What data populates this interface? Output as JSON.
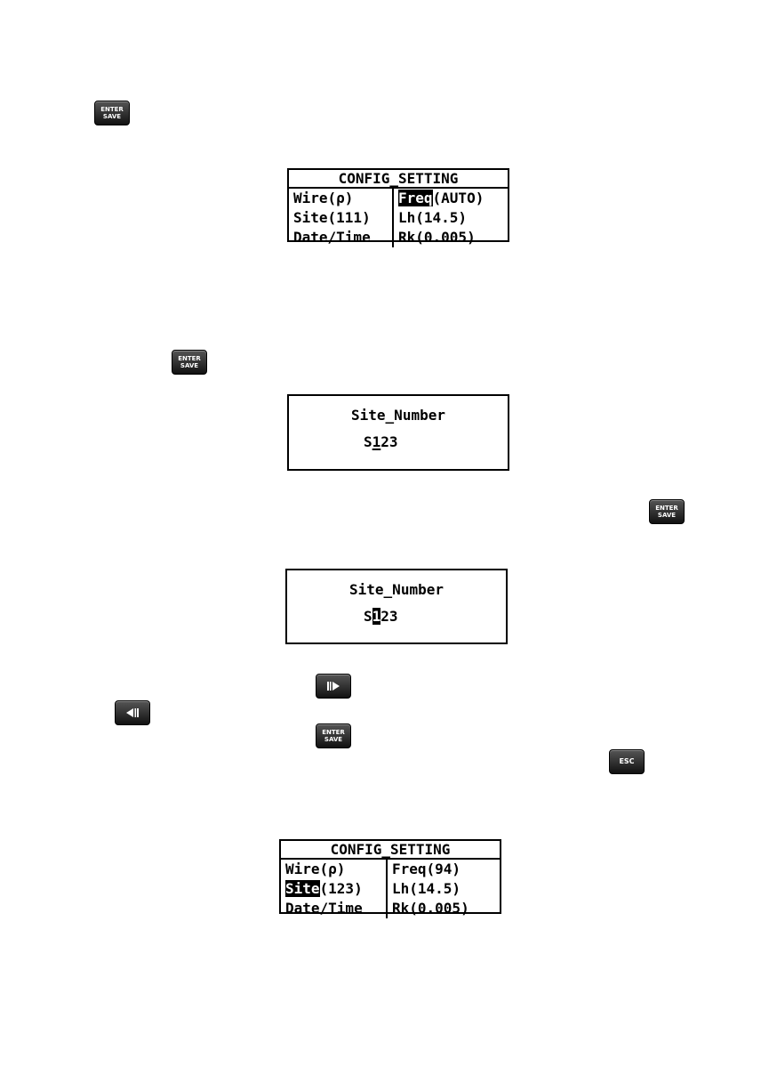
{
  "keys": {
    "enter_top": "ENTER",
    "enter_bottom": "SAVE",
    "esc": "ESC"
  },
  "screen1": {
    "title": "CONFIG_SETTING",
    "left": [
      "Wire(ρ)",
      "Site(111)",
      "Date/Time"
    ],
    "right_prefix_highlight": "Freq",
    "right": [
      "(AUTO)",
      "Lh(14.5)",
      "Rk(0.005)"
    ]
  },
  "screen2": {
    "title": "Site_Number",
    "prefix": "S",
    "cursor_digit": "1",
    "rest": "23"
  },
  "screen3": {
    "title": "Site_Number",
    "prefix": "S",
    "cursor_digit": "1",
    "rest": "23"
  },
  "screen4": {
    "title": "CONFIG_SETTING",
    "left_first": "Wire(ρ)",
    "left_highlight": "Site",
    "left_highlight_rest": "(123)",
    "left_third": "Date/Time",
    "right": [
      "Freq(94)",
      "Lh(14.5)",
      "Rk(0.005)"
    ]
  }
}
